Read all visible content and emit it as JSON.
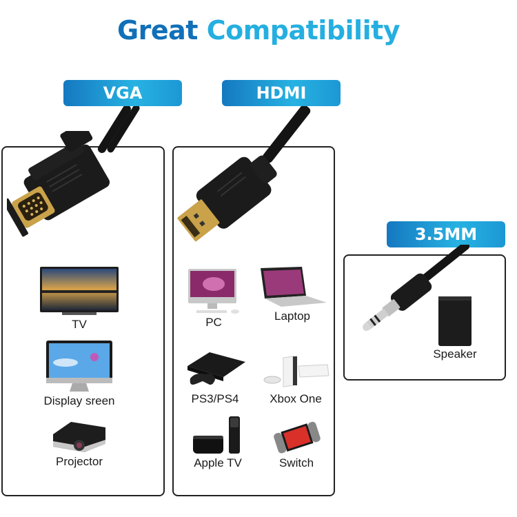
{
  "header": {
    "title_word1": "Great",
    "title_word2": "Compatibility"
  },
  "colors": {
    "title_dark_blue": "#1170b8",
    "title_light_blue": "#25afe0",
    "badge_gradient_start": "#1578c0",
    "badge_gradient_mid": "#27b2e2",
    "panel_border": "#222222"
  },
  "sections": {
    "vga": {
      "badge": "VGA",
      "connector_icon": "vga-connector-icon",
      "devices": [
        {
          "label": "TV",
          "icon": "tv-icon"
        },
        {
          "label": "Display sreen",
          "icon": "monitor-icon"
        },
        {
          "label": "Projector",
          "icon": "projector-icon"
        }
      ]
    },
    "hdmi": {
      "badge": "HDMI",
      "connector_icon": "hdmi-connector-icon",
      "devices": [
        {
          "label": "PC",
          "icon": "desktop-pc-icon"
        },
        {
          "label": "Laptop",
          "icon": "laptop-icon"
        },
        {
          "label": "PS3/PS4",
          "icon": "playstation-icon"
        },
        {
          "label": "Xbox One",
          "icon": "xbox-icon"
        },
        {
          "label": "Apple TV",
          "icon": "apple-tv-icon"
        },
        {
          "label": "Switch",
          "icon": "nintendo-switch-icon"
        }
      ]
    },
    "audio": {
      "badge": "3.5MM",
      "connector_icon": "audio-jack-icon",
      "devices": [
        {
          "label": "Speaker",
          "icon": "speaker-icon"
        }
      ]
    }
  }
}
